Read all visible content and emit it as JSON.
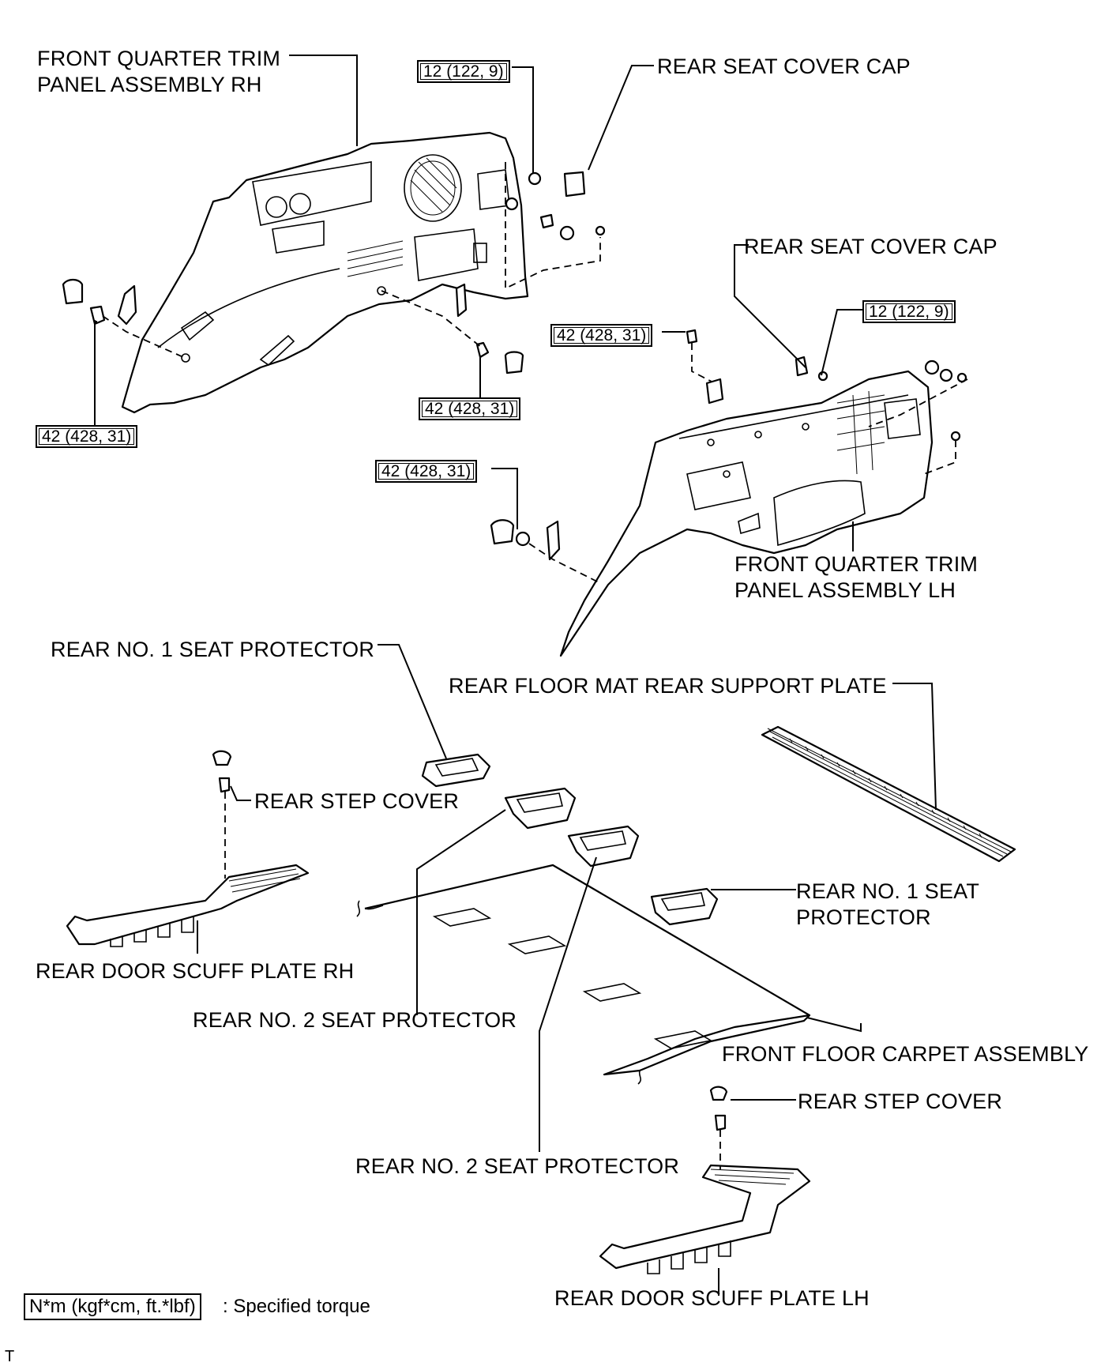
{
  "labels": {
    "front_quarter_rh_1": "FRONT QUARTER TRIM",
    "front_quarter_rh_2": "PANEL ASSEMBLY RH",
    "rear_seat_cover_cap_1": "REAR SEAT COVER CAP",
    "rear_seat_cover_cap_2": "REAR SEAT COVER CAP",
    "front_quarter_lh_1": "FRONT QUARTER TRIM",
    "front_quarter_lh_2": "PANEL ASSEMBLY LH",
    "rear_no1_seat_protector_1": "REAR NO. 1 SEAT PROTECTOR",
    "rear_floor_mat_plate": "REAR FLOOR MAT REAR SUPPORT PLATE",
    "rear_step_cover_1": "REAR STEP COVER",
    "rear_no1_seat_protector_2a": "REAR NO. 1 SEAT",
    "rear_no1_seat_protector_2b": "PROTECTOR",
    "rear_door_scuff_rh": "REAR DOOR SCUFF PLATE RH",
    "rear_no2_seat_protector_1": "REAR NO. 2 SEAT PROTECTOR",
    "front_floor_carpet": "FRONT FLOOR CARPET ASSEMBLY",
    "rear_step_cover_2": "REAR STEP COVER",
    "rear_no2_seat_protector_2": "REAR NO. 2 SEAT PROTECTOR",
    "rear_door_scuff_lh": "REAR DOOR SCUFF PLATE LH"
  },
  "torques": {
    "t1": "12 (122, 9)",
    "t2": "42 (428, 31)",
    "t3": "42 (428, 31)",
    "t4": "42 (428, 31)",
    "t5": "12 (122, 9)",
    "t6": "42 (428, 31)"
  },
  "legend": {
    "box": "N*m (kgf*cm, ft.*lbf)",
    "text": ": Specified torque"
  },
  "footer": "T"
}
